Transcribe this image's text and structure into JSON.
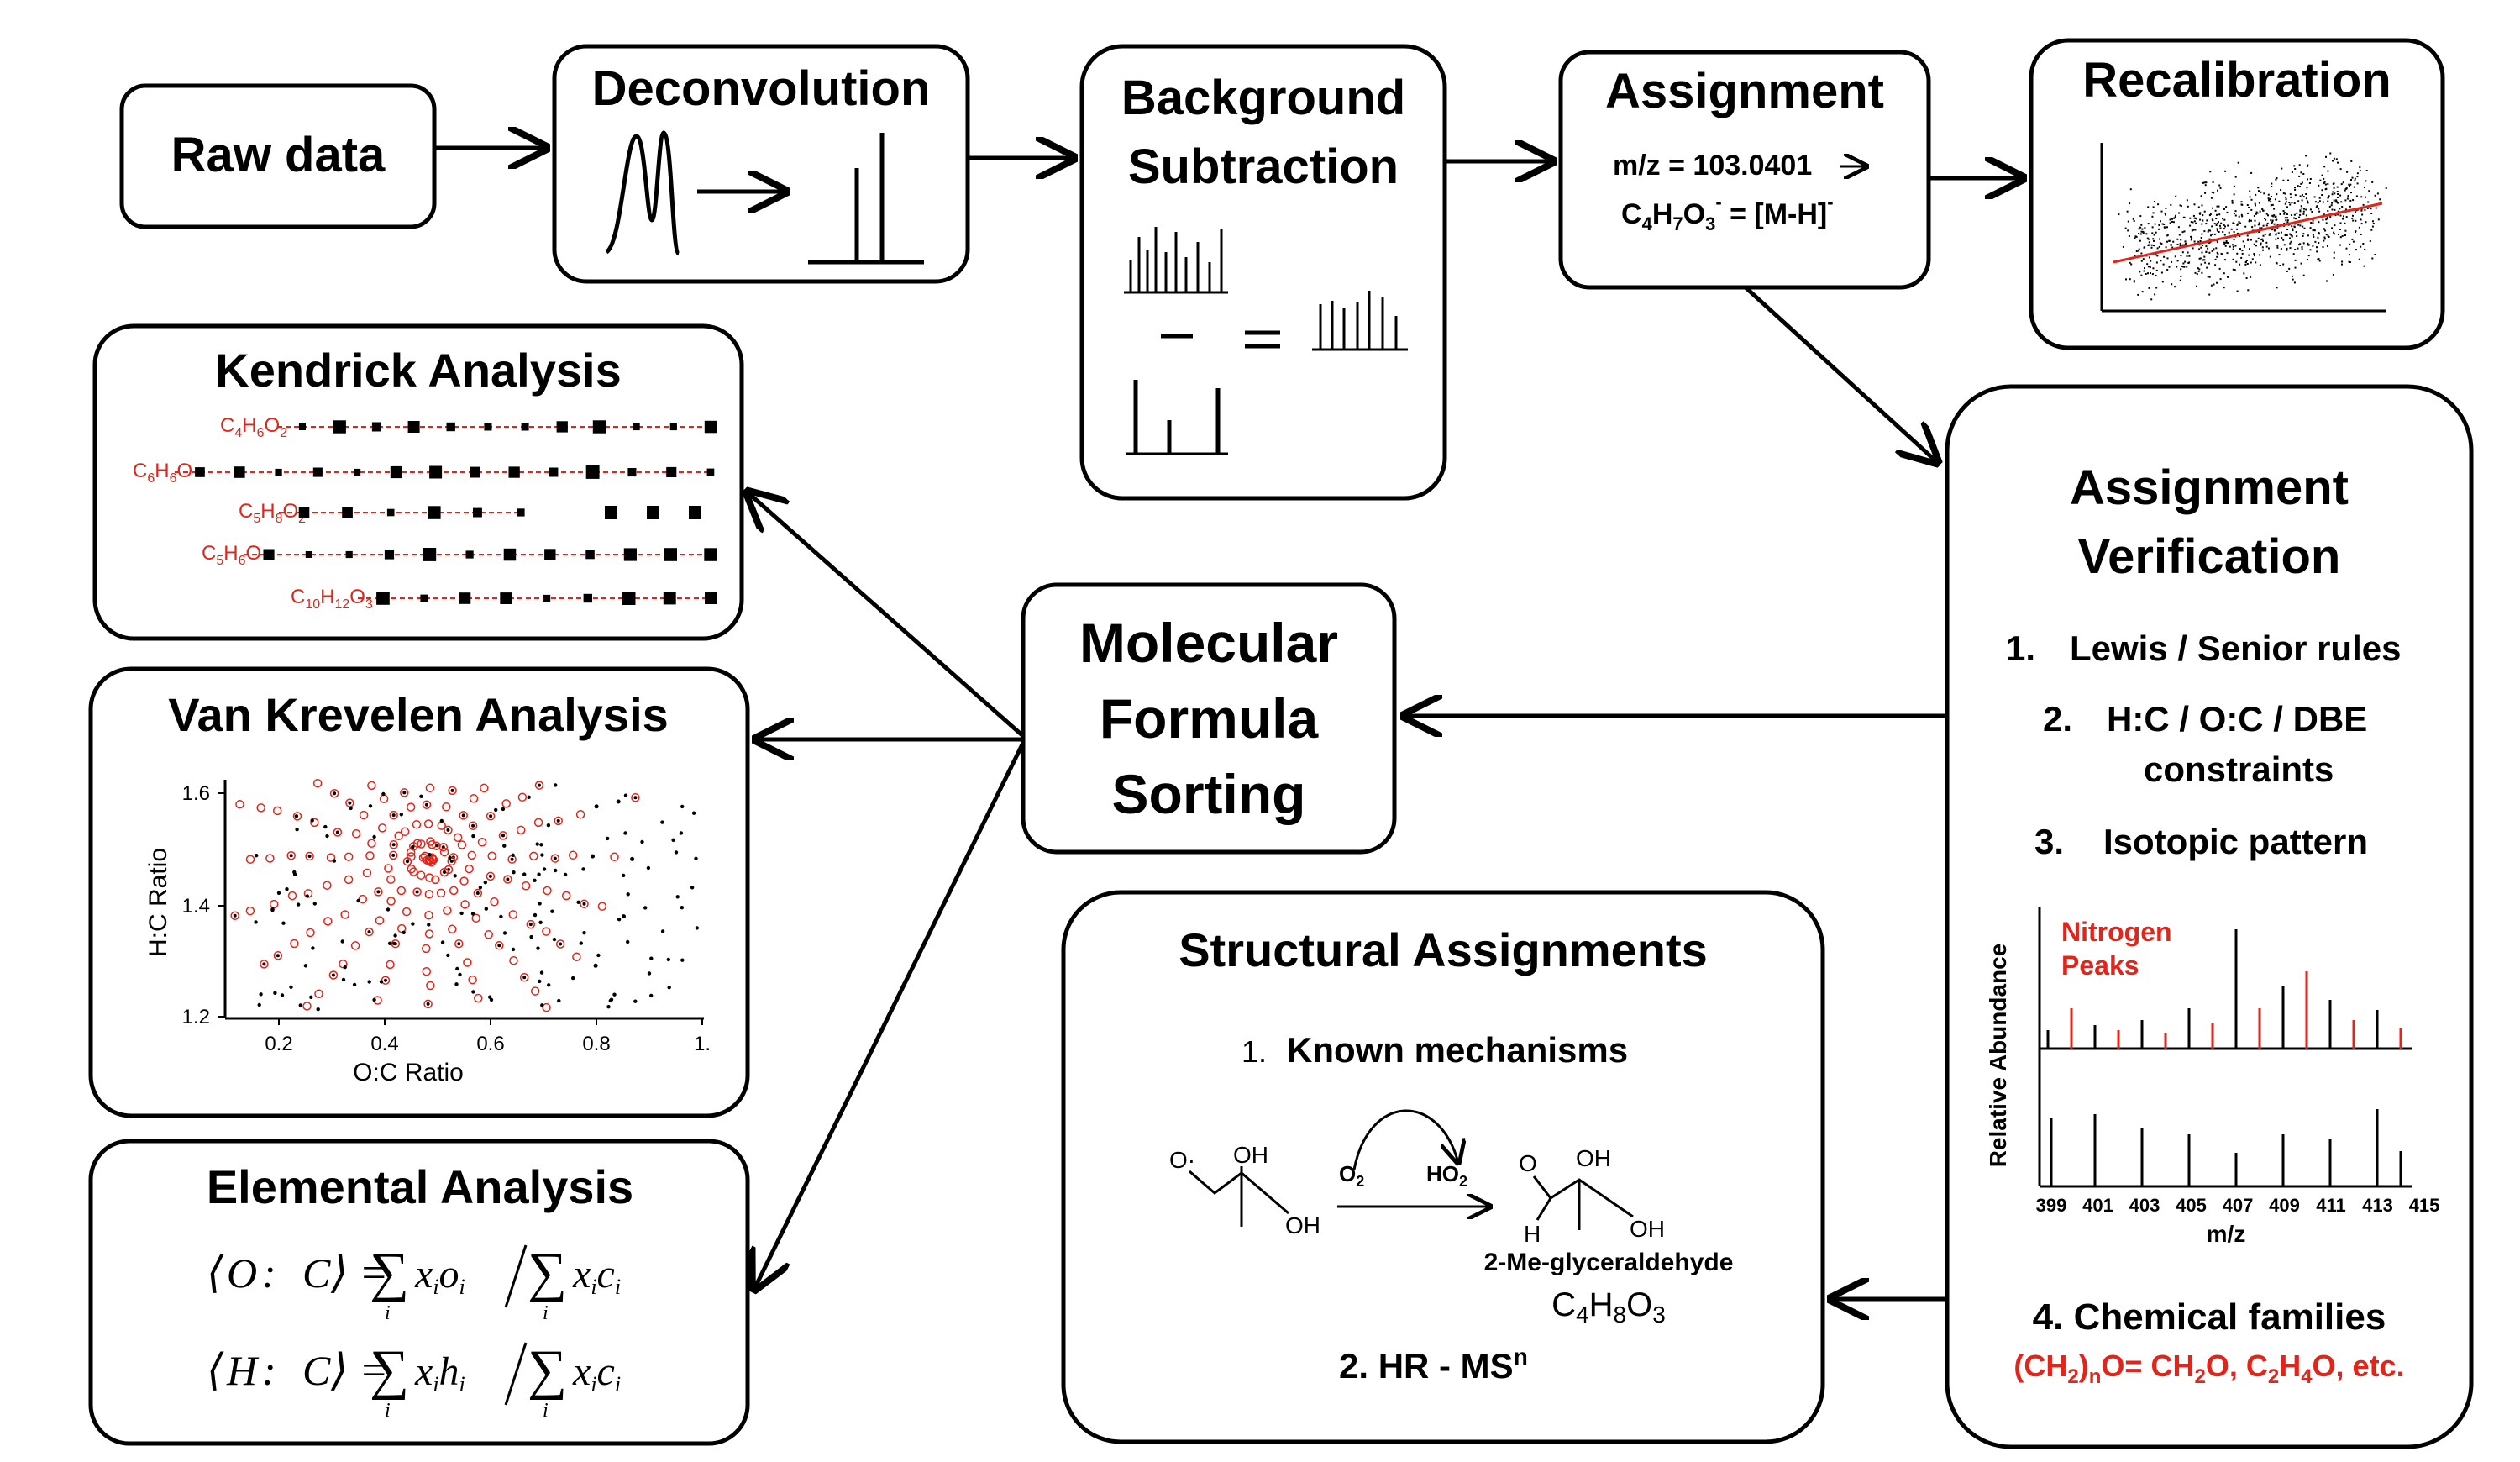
{
  "boxes": {
    "raw_data": "Raw data",
    "deconvolution": "Deconvolution",
    "background_line1": "Background",
    "background_line2": "Subtraction",
    "assignment": "Assignment",
    "assignment_mz": "m/z = 103.0401",
    "assignment_formula": "C4H7O3- = [M-H]-",
    "recalibration": "Recalibration",
    "kendrick": "Kendrick Analysis",
    "kendrick_labels": [
      "C4H6O2",
      "C6H6O",
      "C5H8O2",
      "C5H6O",
      "C10H12O3"
    ],
    "van_krevelen": "Van Krevelen Analysis",
    "vk_xlabel": "O:C Ratio",
    "vk_ylabel": "H:C Ratio",
    "vk_xticks": [
      "0.2",
      "0.4",
      "0.6",
      "0.8",
      "1."
    ],
    "vk_yticks": [
      "1.6",
      "1.4",
      "1.2"
    ],
    "elemental": "Elemental Analysis",
    "molecular_line1": "Molecular",
    "molecular_line2": "Formula",
    "molecular_line3": "Sorting",
    "structural": "Structural Assignments",
    "structural_item1": "Known mechanisms",
    "structural_item1_num": "1.",
    "structural_item2": "2. HR - MS",
    "structural_item2_sup": "n",
    "product_name": "2-Me-glyceraldehyde",
    "product_formula": "C4H8O3",
    "mech_o2": "O2",
    "mech_ho2": "HO2",
    "verification_line1": "Assignment",
    "verification_line2": "Verification",
    "rule1_num": "1.",
    "rule1": "Lewis / Senior rules",
    "rule2_num": "2.",
    "rule2": "H:C / O:C / DBE",
    "rule2b": "constraints",
    "rule3_num": "3.",
    "rule3": "Isotopic pattern",
    "nitrogen_line1": "Nitrogen",
    "nitrogen_line2": "Peaks",
    "iso_ylabel": "Relative Abundance",
    "iso_xlabel": "m/z",
    "iso_xticks": [
      "399",
      "401",
      "403",
      "405",
      "407",
      "409",
      "411",
      "413",
      "415"
    ],
    "rule4": "4. Chemical families",
    "rule4_red": "(CH2)nO= CH2O, C2H4O, etc."
  },
  "colors": {
    "accent": "#e1251b",
    "ink": "#000000"
  }
}
